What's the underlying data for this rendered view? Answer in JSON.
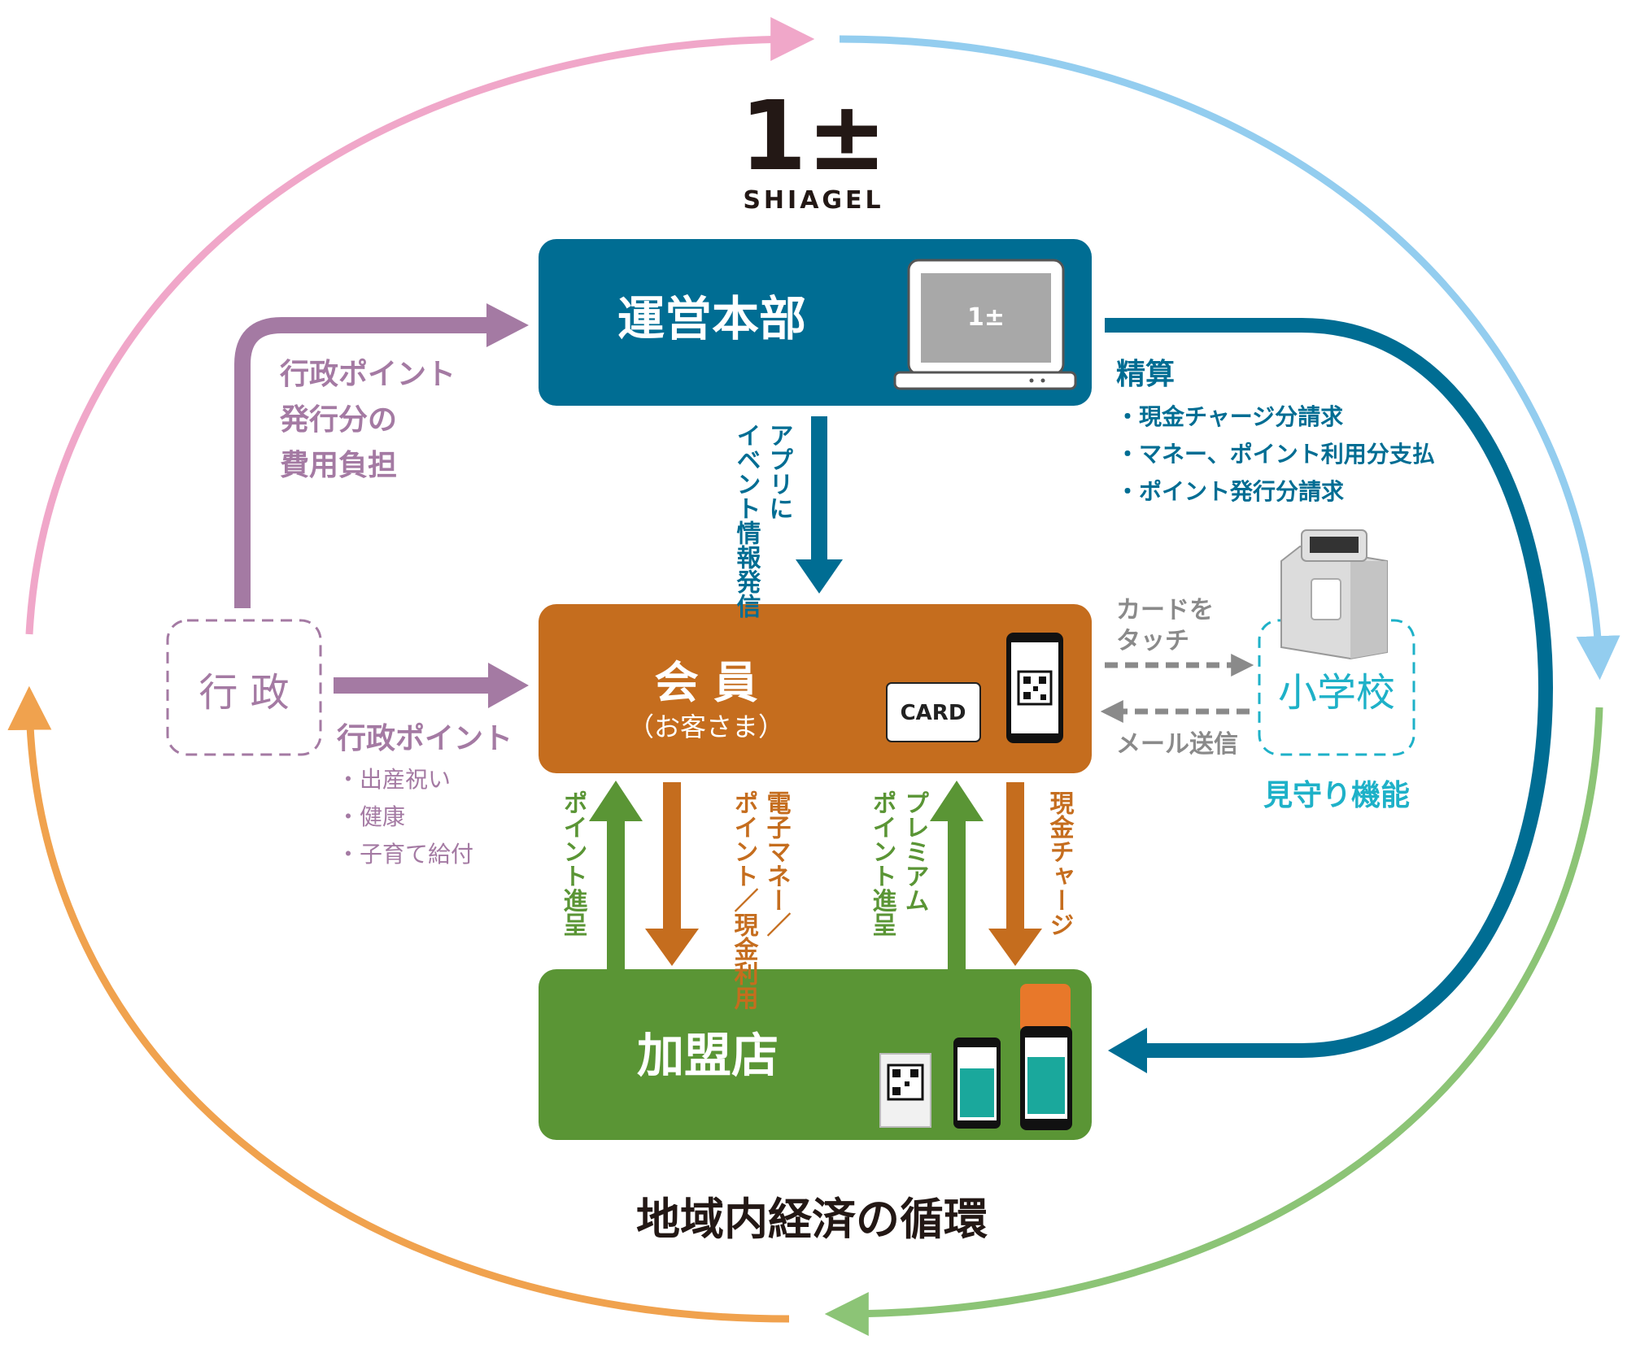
{
  "logo": {
    "mark": "1±",
    "name": "SHIAGEL"
  },
  "headquarters": {
    "title": "運営本部",
    "screen_mark": "1±"
  },
  "member": {
    "title": "会 員",
    "subtitle": "（お客さま）",
    "card_label": "CARD"
  },
  "merchant": {
    "title": "加盟店"
  },
  "government": {
    "title": "行 政"
  },
  "school": {
    "title": "小学校",
    "feature": "見守り機能"
  },
  "gov_to_hq": {
    "lines": [
      "行政ポイント",
      "発行分の",
      "費用負担"
    ]
  },
  "gov_to_member": {
    "title": "行政ポイント",
    "items": [
      "・出産祝い",
      "・健康",
      "・子育て給付"
    ]
  },
  "settlement": {
    "title": "精算",
    "items": [
      "・現金チャージ分請求",
      "・マネー、ポイント利用分支払",
      "・ポイント発行分請求"
    ]
  },
  "hq_to_member": {
    "col_right": "アプリに",
    "col_left": "イベント情報発信"
  },
  "member_school": {
    "touch_lines": [
      "カードを",
      "タッチ"
    ],
    "mail": "メール送信"
  },
  "flows": {
    "point_gift": "ポイント進呈",
    "e_money_right": "電子マネー／",
    "e_money_left": "ポイント／現金利用",
    "premium_right": "プレミアム",
    "premium_left": "ポイント進呈",
    "cash_charge": "現金チャージ"
  },
  "cycle": {
    "title": "地域内経済の循環"
  },
  "colors": {
    "hq": "#006d93",
    "member": "#c56d1e",
    "merchant": "#5a9535",
    "government": "#a47aa3",
    "school": "#1eb1c8",
    "pink": "#f0a7c9",
    "lightblue": "#93cdef",
    "green": "#8cc476",
    "orange": "#f0a24e",
    "gray": "#8a8a8a"
  },
  "icons": [
    "laptop-icon",
    "smartphone-qr-icon",
    "card-icon",
    "card-reader-device-icon",
    "qr-stand-icon",
    "merchant-phone-icon",
    "payment-terminal-icon"
  ]
}
